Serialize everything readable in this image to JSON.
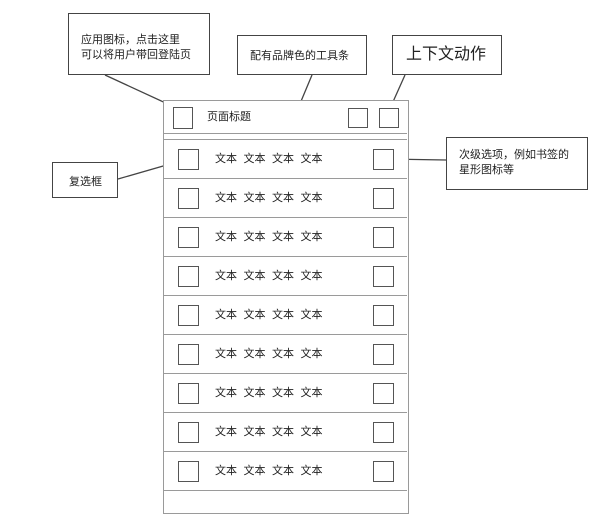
{
  "callouts": {
    "app_icon_line1": "应用图标，点击这里",
    "app_icon_line2": "可以将用户带回登陆页",
    "toolbar": "配有品牌色的工具条",
    "actions": "上下文动作",
    "checkbox": "复选框",
    "secondary_line1": "次级选项，例如书签的",
    "secondary_line2": "星形图标等"
  },
  "toolbar": {
    "title": "页面标题",
    "app_icon": "square-outline-icon",
    "action_icons": [
      "square-outline-icon",
      "square-outline-icon"
    ]
  },
  "list": {
    "rows": [
      {
        "text": "文本 文本 文本 文本"
      },
      {
        "text": "文本 文本 文本 文本"
      },
      {
        "text": "文本 文本 文本 文本"
      },
      {
        "text": "文本 文本 文本 文本"
      },
      {
        "text": "文本 文本 文本 文本"
      },
      {
        "text": "文本 文本 文本 文本"
      },
      {
        "text": "文本 文本 文本 文本"
      },
      {
        "text": "文本 文本 文本 文本"
      },
      {
        "text": "文本 文本 文本 文本"
      }
    ]
  },
  "colors": {
    "wire_border": "#9a9a9a",
    "box_border": "#555555",
    "callout_border": "#444444",
    "text": "#222222"
  }
}
